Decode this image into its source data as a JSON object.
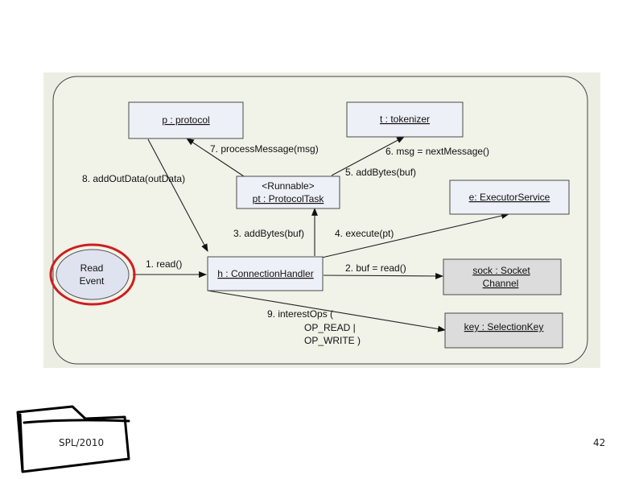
{
  "diagram": {
    "objects": {
      "protocol": "p : protocol",
      "tokenizer": "t : tokenizer",
      "task_stereotype": "<Runnable>",
      "task": "pt : ProtocolTask",
      "executor": "e: ExecutorService",
      "event_line1": "Read",
      "event_line2": "Event",
      "handler": "h : ConnectionHandler",
      "socket_line1": "sock : Socket",
      "socket_line2": "Channel",
      "key": "key : SelectionKey"
    },
    "messages": {
      "m1": "1. read()",
      "m2": "2. buf = read()",
      "m3": "3. addBytes(buf)",
      "m4": "4. execute(pt)",
      "m5": "5. addBytes(buf)",
      "m6": "6. msg = nextMessage()",
      "m7": "7. processMessage(msg)",
      "m8": "8. addOutData(outData)",
      "m9_line1": "9. interestOps (",
      "m9_line2": "OP_READ |",
      "m9_line3": "OP_WRITE    )"
    }
  },
  "footer": {
    "course": "SPL/2010",
    "page_number": "42"
  }
}
